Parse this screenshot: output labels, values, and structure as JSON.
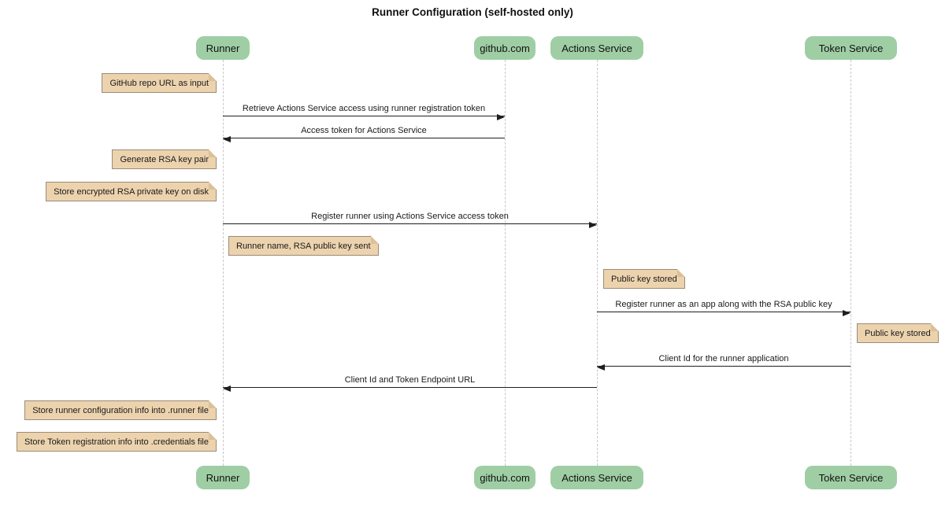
{
  "title": "Runner Configuration (self-hosted only)",
  "diagram_type": "sequence-diagram",
  "colors": {
    "background": "#ffffff",
    "participant_fill": "#9fcea4",
    "note_fill": "#ecd3ae",
    "note_border": "#9a8c78",
    "lifeline": "#c7c7c7",
    "arrow": "#1f1f1f",
    "text": "#1a1a1a"
  },
  "participants": [
    {
      "id": "runner",
      "label": "Runner"
    },
    {
      "id": "github",
      "label": "github.com"
    },
    {
      "id": "actions-service",
      "label": "Actions Service"
    },
    {
      "id": "token-service",
      "label": "Token Service"
    }
  ],
  "messages": [
    {
      "from": "Runner",
      "to": "github.com",
      "text": "Retrieve Actions Service access using runner registration token"
    },
    {
      "from": "github.com",
      "to": "Runner",
      "text": "Access token for Actions Service"
    },
    {
      "from": "Runner",
      "to": "Actions Service",
      "text": "Register runner using Actions Service access token"
    },
    {
      "from": "Actions Service",
      "to": "Token Service",
      "text": "Register runner as an app along with the RSA public key"
    },
    {
      "from": "Token Service",
      "to": "Actions Service",
      "text": "Client Id for the runner application"
    },
    {
      "from": "Actions Service",
      "to": "Runner",
      "text": "Client Id and Token Endpoint URL"
    }
  ],
  "notes": [
    {
      "position": "left of Runner",
      "text": "GitHub repo URL as input"
    },
    {
      "position": "left of Runner",
      "text": "Generate RSA key pair"
    },
    {
      "position": "left of Runner",
      "text": "Store encrypted RSA private key on disk"
    },
    {
      "position": "right of Runner",
      "text": "Runner name, RSA public key sent"
    },
    {
      "position": "right of Actions Service",
      "text": "Public key stored"
    },
    {
      "position": "right of Token Service",
      "text": "Public key stored"
    },
    {
      "position": "left of Runner",
      "text": "Store runner configuration info into .runner file"
    },
    {
      "position": "left of Runner",
      "text": "Store Token registration info into .credentials file"
    }
  ]
}
